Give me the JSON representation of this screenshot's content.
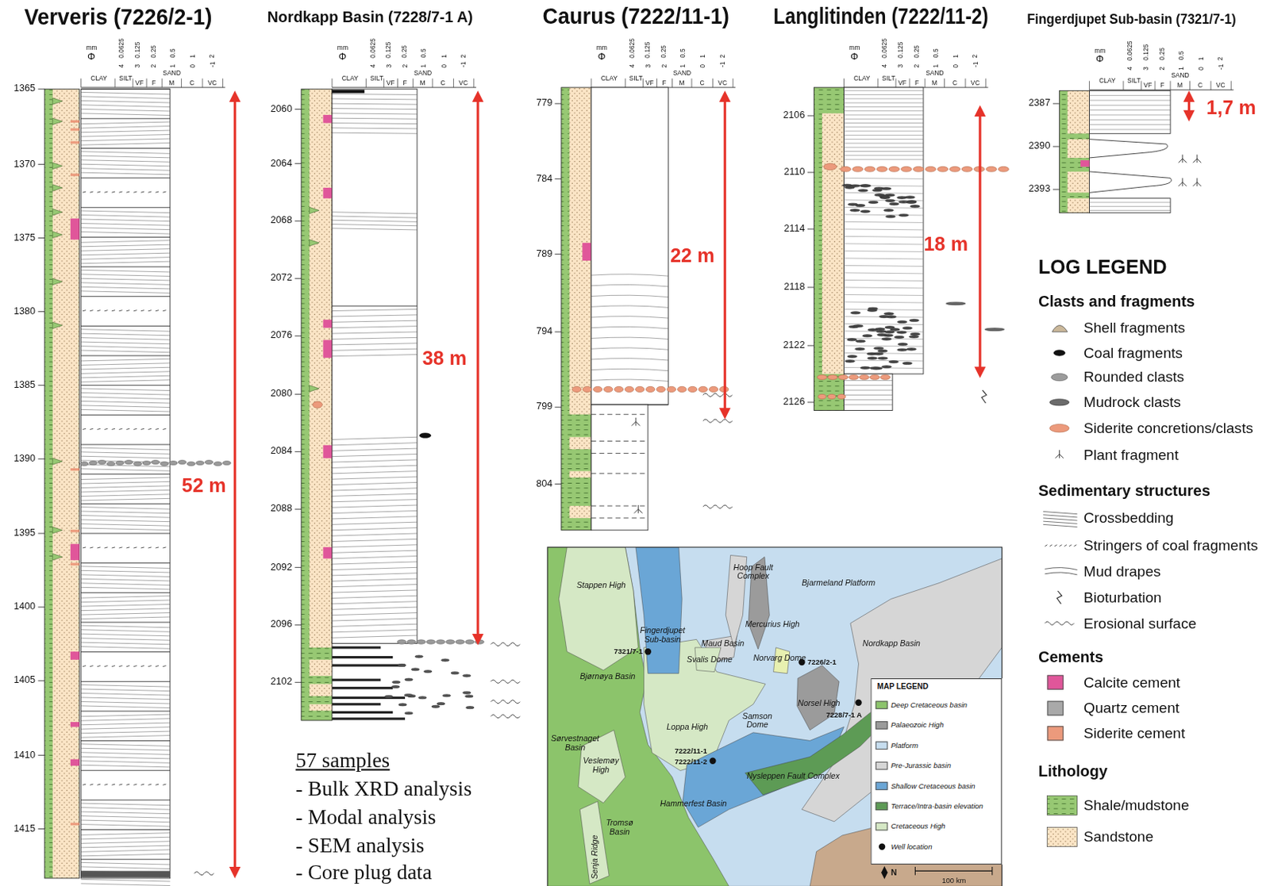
{
  "diagram": {
    "nodes": [
      {
        "text": [
          "MAP LEGEND"
        ]
      }
    ],
    "labels": [
      "Ververis (7226/2-1)",
      "mm",
      "Φ",
      "0.0625",
      "0.125",
      "0.25",
      "0.5",
      "1",
      "2",
      "4",
      "3",
      "2",
      "1",
      "0",
      "-1",
      "CLAY",
      "SILT",
      "SAND",
      "VF",
      "F",
      "M",
      "C",
      "VC",
      "1365",
      "1370",
      "1375",
      "1380",
      "1385",
      "1390",
      "1395",
      "1400",
      "1405",
      "1410",
      "1415",
      "52 m",
      "Nordkapp Basin (7228/7-1 A)",
      "mm",
      "Φ",
      "0.0625",
      "0.125",
      "0.25",
      "0.5",
      "1",
      "2",
      "4",
      "3",
      "2",
      "1",
      "0",
      "-1",
      "CLAY",
      "SILT",
      "SAND",
      "VF",
      "F",
      "M",
      "C",
      "VC",
      "2060",
      "2064",
      "2068",
      "2072",
      "2076",
      "2080",
      "2084",
      "2088",
      "2092",
      "2096",
      "2102",
      "38 m",
      "Caurus (7222/11-1)",
      "mm",
      "Φ",
      "0.0625",
      "0.125",
      "0.25",
      "0.5",
      "1",
      "2",
      "4",
      "3",
      "2",
      "1",
      "0",
      "-1",
      "CLAY",
      "SILT",
      "SAND",
      "VF",
      "F",
      "M",
      "C",
      "VC",
      "779",
      "784",
      "789",
      "794",
      "799",
      "804",
      "22 m",
      "Langlitinden (7222/11-2)",
      "mm",
      "Φ",
      "0.0625",
      "0.125",
      "0.25",
      "0.5",
      "1",
      "2",
      "4",
      "3",
      "2",
      "1",
      "0",
      "-1",
      "CLAY",
      "SILT",
      "SAND",
      "VF",
      "F",
      "M",
      "C",
      "VC",
      "2106",
      "2110",
      "2114",
      "2118",
      "2122",
      "2126",
      "18 m",
      "Fingerdjupet Sub-basin (7321/7-1)",
      "mm",
      "Φ",
      "0.0625",
      "0.125",
      "0.25",
      "0.5",
      "1",
      "2",
      "4",
      "3",
      "2",
      "1",
      "0",
      "-1",
      "CLAY",
      "SILT",
      "SAND",
      "VF",
      "F",
      "M",
      "C",
      "VC",
      "2387",
      "2390",
      "2393",
      "1,7 m",
      "57 samples",
      "- Bulk XRD analysis",
      "- Modal analysis",
      "- SEM analysis",
      "- Core plug data",
      "Stappen High",
      "Hoop Fault Complex",
      "Bjarmeland Platform",
      "Mercurius High",
      "Fingerdjupet Sub-basin",
      "Maud Basin",
      "Svalis Dome",
      "Norvarg Dome",
      "7226/2-1",
      "Nordkapp Basin",
      "7321/7-1",
      "Bjørnøya Basin",
      "Loppa High",
      "Samson Dome",
      "Norsel High",
      "7228/7-1 A",
      "Sørvestnaget Basin",
      "Veslemøy High",
      "7222/11-1",
      "7222/11-2",
      "Nysleppen Fault Complex",
      "Hammerfest Basin",
      "Tromsø Basin",
      "Senja Ridge",
      "N",
      "100 km",
      "LOG LEGEND",
      "Clasts and fragments",
      "Sedimentary structures",
      "Cements",
      "Lithology"
    ],
    "legend": [
      {
        "text": "Shell fragments"
      },
      {
        "text": "Coal fragments"
      },
      {
        "text": "Rounded clasts"
      },
      {
        "text": "Mudrock clasts"
      },
      {
        "text": "Siderite concretions/clasts"
      },
      {
        "text": "Plant fragment"
      },
      {
        "text": "Crossbedding"
      },
      {
        "text": "Stringers of coal fragments"
      },
      {
        "text": "Mud drapes"
      },
      {
        "text": "Bioturbation"
      },
      {
        "text": "Erosional surface"
      },
      {
        "text": "Calcite cement",
        "color": "#e0569a"
      },
      {
        "text": "Quartz cement",
        "color": "#a9a9a9"
      },
      {
        "text": "Siderite cement",
        "color": "#ec9a7c"
      },
      {
        "text": "Shale/mudstone"
      },
      {
        "text": "Sandstone"
      },
      {
        "text": "Deep Cretaceous basin",
        "color": "#8cc46b"
      },
      {
        "text": "Palaeozoic High",
        "color": "#9b9b9b"
      },
      {
        "text": "Platform",
        "color": "#c6ddef"
      },
      {
        "text": "Pre-Jurassic basin",
        "color": "#d6d6d6"
      },
      {
        "text": "Shallow Cretaceous basin",
        "color": "#6aa6d6"
      },
      {
        "text": "Terrace/Intra-basin elevation",
        "color": "#5d9b55"
      },
      {
        "text": "Cretaceous High",
        "color": "#d5e8c5"
      },
      {
        "text": "Well location"
      }
    ]
  }
}
